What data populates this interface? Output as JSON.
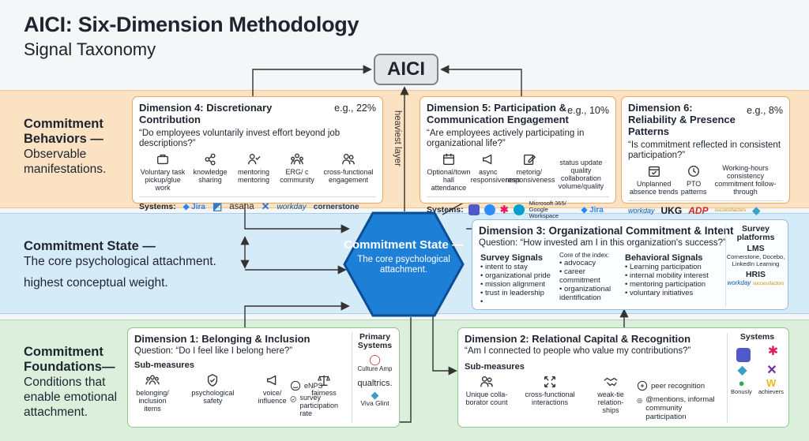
{
  "title": "AICI: Six-Dimension Methodology",
  "subtitle": "Signal Taxonomy",
  "aici_label": "AICI",
  "heaviest_layer": "heaviest layer",
  "bands": {
    "behaviors": {
      "title": "Commitment Behaviors —",
      "desc": "Observable manifestations."
    },
    "state": {
      "title": "Commitment State —",
      "desc": "The core psychological attachment.",
      "note": "highest conceptual weight."
    },
    "foundations": {
      "title": "Commitment Foundations—",
      "desc": "Conditions that enable emotional attachment."
    }
  },
  "hexagon": {
    "title": "Commitment State —",
    "desc": "The core psychological attachment."
  },
  "dim4": {
    "title": "Dimension 4: Discretionary Contribution",
    "eg": "e.g., 22%",
    "question": "“Do employees voluntarily invest effort beyond job descriptions?”",
    "measures": [
      {
        "icon": "briefcase-icon",
        "label": "Voluntary task pickup/glue work"
      },
      {
        "icon": "share-icon",
        "label": "knowledge sharing"
      },
      {
        "icon": "mentor-icon",
        "label": "mentoring mentoring"
      },
      {
        "icon": "community-icon",
        "label": "ERG/ c community"
      },
      {
        "icon": "people-icon",
        "label": "cross-functional engagement"
      }
    ],
    "systems_label": "Systems:",
    "systems": [
      "◆ Jira",
      "◩",
      "asana",
      "✕",
      "workday",
      "cornerstone"
    ]
  },
  "dim5": {
    "title": "Dimension 5: Participation & Communication Engagement",
    "eg": "e.g., 10%",
    "question": "“Are employees actively participating in organizational life?”",
    "measures": [
      {
        "icon": "calendar-icon",
        "label": "Optional/town hall attendance"
      },
      {
        "icon": "megaphone-icon",
        "label": "async responsiveness"
      },
      {
        "icon": "edit-icon",
        "label": "metorig/ responsiveness"
      },
      {
        "icon": "none",
        "label": "status update quality collaboration volume/quality"
      }
    ],
    "systems_label": "Systems:",
    "systems": [
      "Teams",
      "Zoom",
      "Slack",
      "Webex",
      "Microsoft 365/ Google Workspace",
      "◆ Jira"
    ]
  },
  "dim6": {
    "title": "Dimension 6: Reliability & Presence Patterns",
    "eg": "e.g., 8%",
    "question": "“Is commitment reflected in consistent participation?”",
    "measures": [
      {
        "icon": "calendar-check-icon",
        "label": "Unplanned absence trends"
      },
      {
        "icon": "clock-icon",
        "label": "PTO patterns"
      },
      {
        "icon": "none",
        "label": "Working-hours consistency commitment follow-through"
      }
    ],
    "systems": [
      "workday",
      "UKG",
      "ADP",
      "successfactors",
      "◆"
    ]
  },
  "dim3": {
    "title": "Dimension 3: Organizational Commitment & Intent",
    "question": "Question: “How invested am I in this organization's success?”",
    "core_label": "Core of the index:",
    "survey_head": "Survey Signals",
    "survey": [
      "intent to stay",
      "organizational pride",
      "mission alignment",
      "trust in leadership",
      ""
    ],
    "core": [
      "advocacy",
      "career commitment",
      "organizational identification"
    ],
    "behav_head": "Behavioral Signals",
    "behav": [
      "Learning participation",
      "internal mobility interest",
      "mentoring participation",
      "voluntary initiatives"
    ],
    "platforms_head": "Survey platforms",
    "lms_head": "LMS",
    "lms": "Cornerstone, Docebo, LinkedIn Learning",
    "hris_head": "HRIS",
    "hris": [
      "workday",
      "successfactors"
    ]
  },
  "dim1": {
    "title": "Dimension 1: Belonging & Inclusion",
    "question": "Question: “Do I feel like I belong here?”",
    "sub_head": "Sub-measures",
    "measures": [
      {
        "icon": "group-icon",
        "label": "belonging/ inclusion items"
      },
      {
        "icon": "shield-icon",
        "label": "psychological safety"
      },
      {
        "icon": "megaphone-icon",
        "label": "voice/ influence"
      },
      {
        "icon": "scales-icon",
        "label": "fairness"
      }
    ],
    "extra": [
      {
        "icon": "smile-icon",
        "label": "eNPS"
      },
      {
        "icon": "check-circle-icon",
        "label": "survey participation rate"
      }
    ],
    "systems_head": "Primary Systems",
    "systems": [
      "Culture Amp",
      "qualtrics.",
      "Viva Glint"
    ]
  },
  "dim2": {
    "title": "Dimension 2: Relational Capital & Recognition",
    "question": "“Am I connected to people who value my contributions?”",
    "sub_head": "Sub-measures",
    "measures": [
      {
        "icon": "people-icon",
        "label": "Unique colla- borator count"
      },
      {
        "icon": "arrows-icon",
        "label": "cross-functional interactions"
      },
      {
        "icon": "handshake-icon",
        "label": "weak-tie relation- ships"
      }
    ],
    "extra": [
      {
        "icon": "recognition-icon",
        "label": "peer recognition"
      },
      {
        "icon": "at-icon",
        "label": "@mentions, informal community participation"
      }
    ],
    "systems_head": "Systems",
    "systems": [
      "Bonusly",
      "achievers"
    ],
    "colors": {
      "teams": "#5059c9",
      "slack": "#e01e5a",
      "viva": "#3aa0c9",
      "x": "#6b2fa0",
      "bonusly": "#2fa84f",
      "achievers": "#f2b51c"
    }
  }
}
